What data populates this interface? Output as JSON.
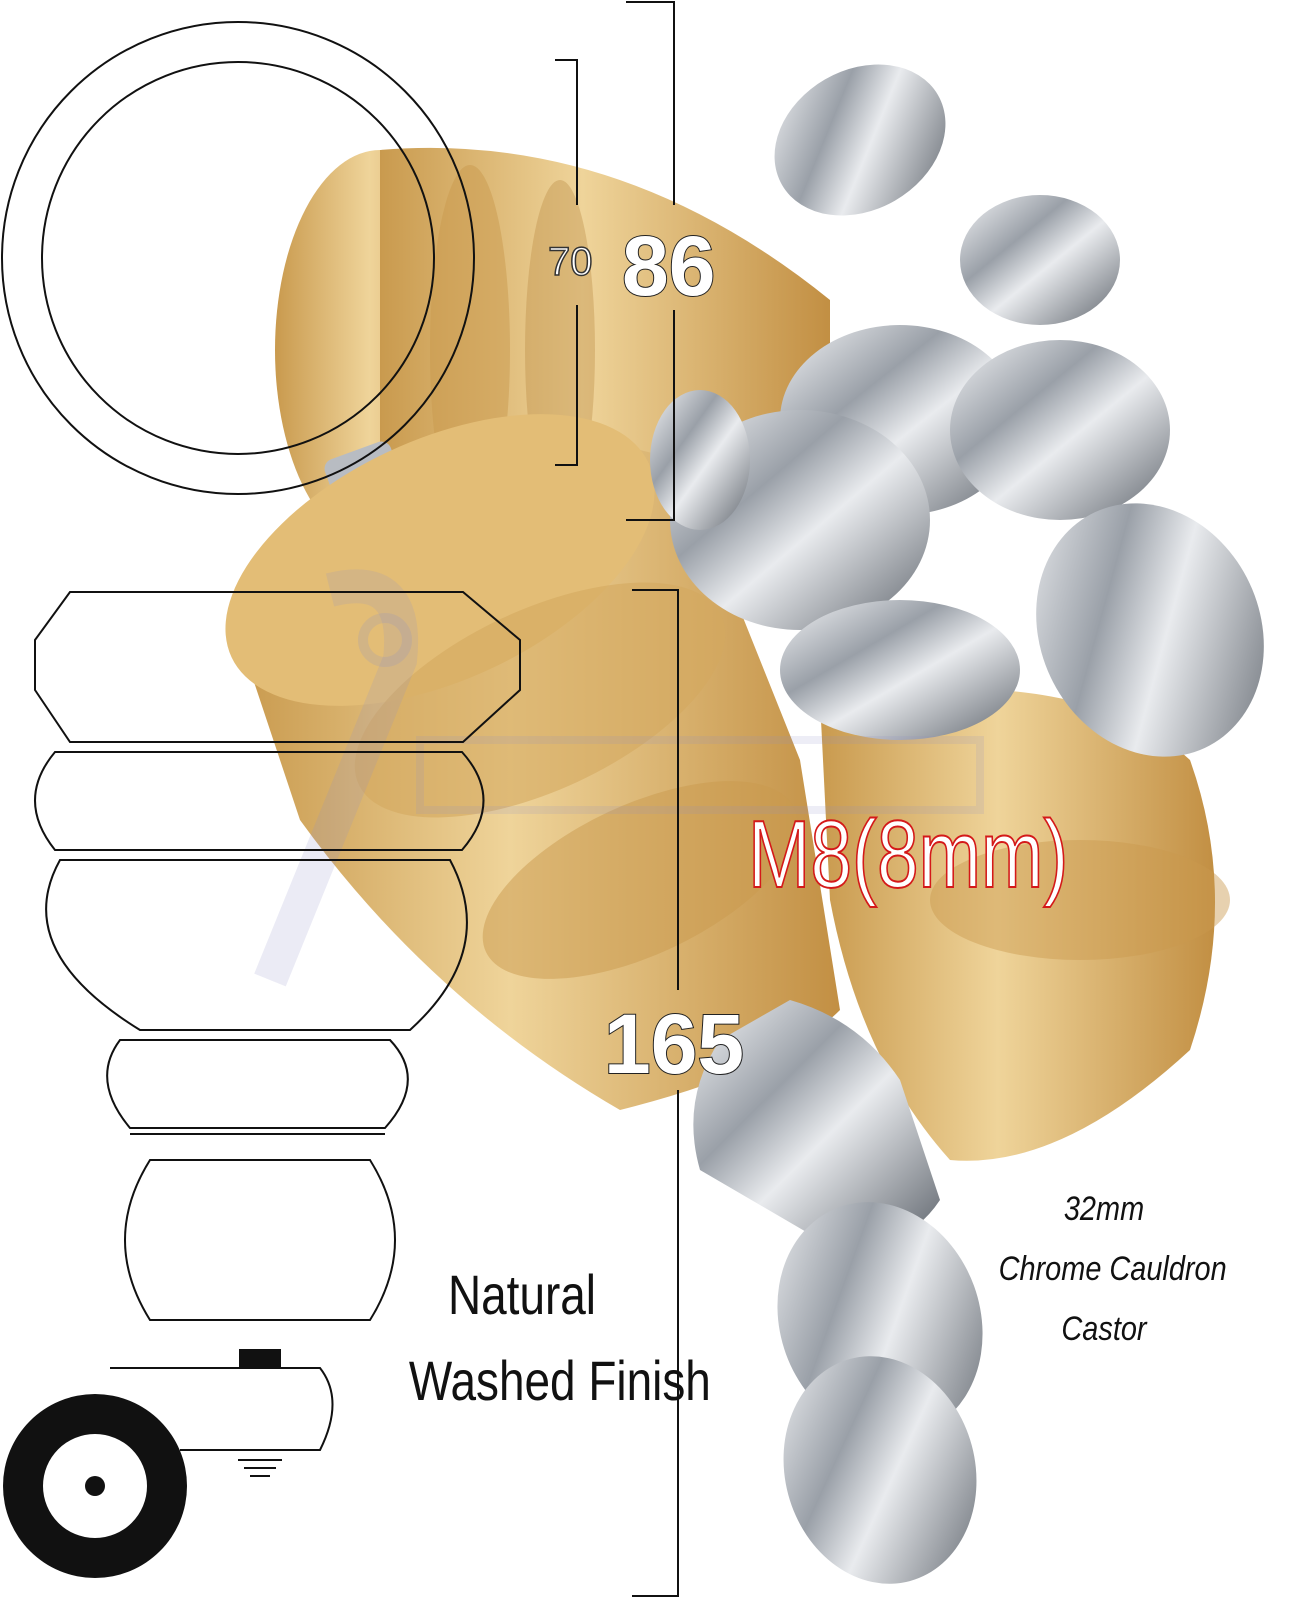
{
  "dimensions": {
    "diameter_inner": "70",
    "diameter_outer": "86",
    "height": "165"
  },
  "thread_size": "M8(8mm)",
  "finish": {
    "line1": "Natural",
    "line2": "Washed Finish"
  },
  "castor": {
    "line1": "32mm",
    "line2": "Chrome Cauldron",
    "line3": "Castor"
  },
  "colors": {
    "wood": "#e6c27f",
    "wood_dark": "#c99a4e",
    "chrome": "#c9ccd1",
    "thread_label": "#d41919",
    "line_art": "#111111"
  }
}
